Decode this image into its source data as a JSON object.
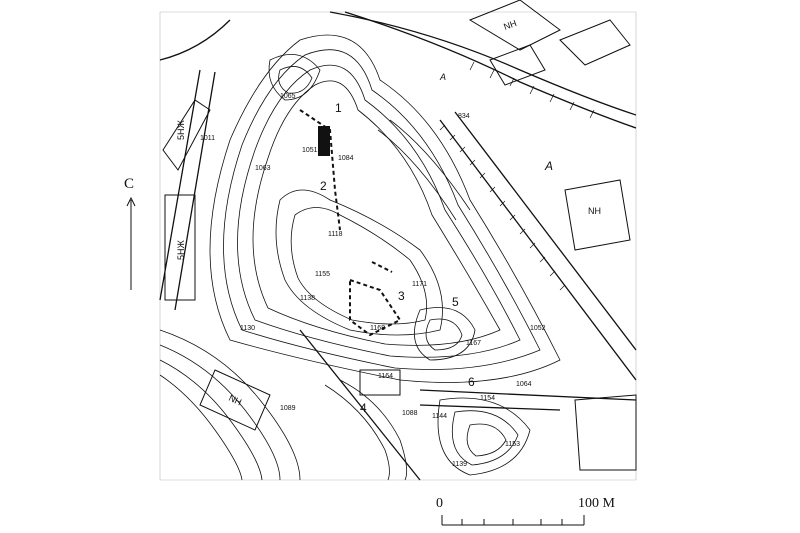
{
  "north_label": "C",
  "scale": {
    "zero": "0",
    "max": "100 M"
  },
  "labels": {
    "nh": [
      "NH",
      "NH",
      "NH"
    ],
    "shn": [
      "5НЖ",
      "5НЖ"
    ],
    "area": [
      "A",
      "A"
    ],
    "plots": [
      "1",
      "2",
      "3",
      "4",
      "5",
      "6"
    ],
    "heights": [
      "1065",
      "1084",
      "1088",
      "1118",
      "1155",
      "1138",
      "1168",
      "1171",
      "1167",
      "1164",
      "1154",
      "1144",
      "1153",
      "1139",
      "1052",
      "1064",
      "834",
      "1051",
      "1011",
      "1063",
      "1130",
      "1089"
    ]
  },
  "colors": {
    "ink": "#111111",
    "paper": "#ffffff"
  }
}
